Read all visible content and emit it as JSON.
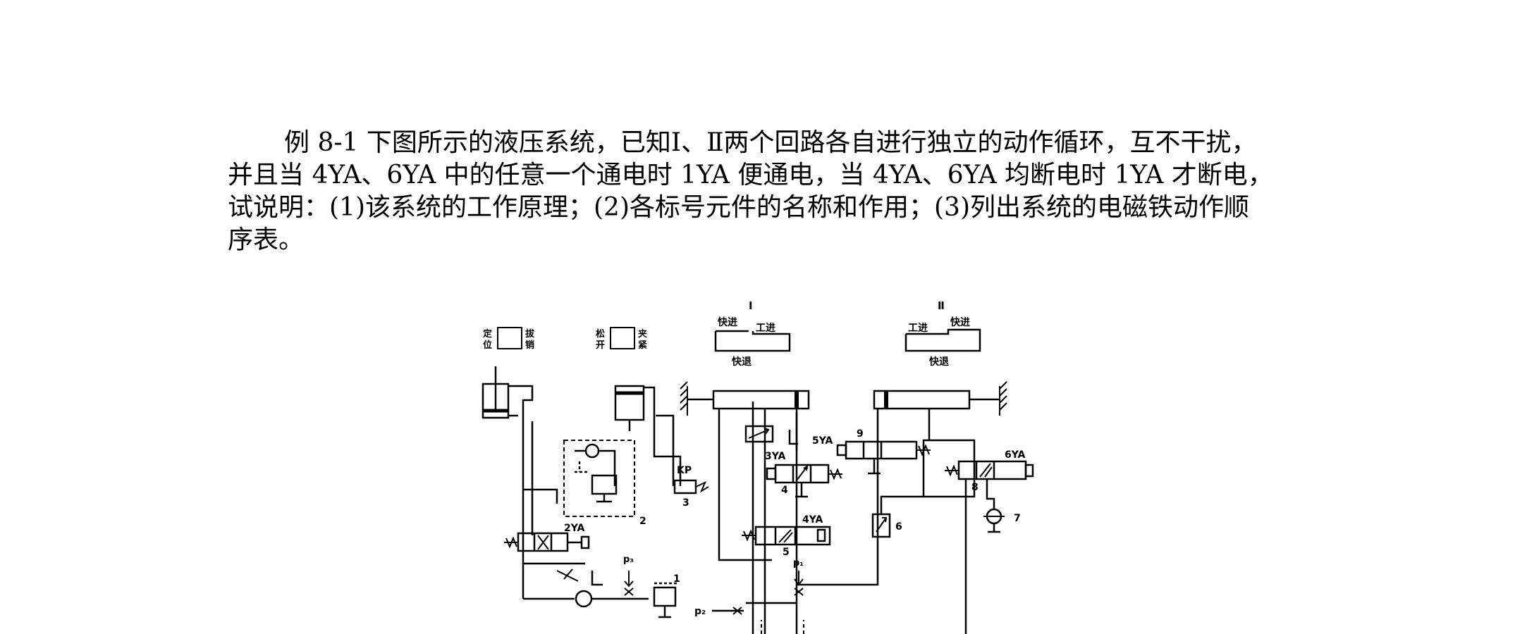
{
  "document": {
    "lines": [
      "例 8-1 下图所示的液压系统，已知Ⅰ、Ⅱ两个回路各自进行独立的动作循环，互不干扰，",
      "并且当 4YA、6YA 中的任意一个通电时 1YA 便通电，当 4YA、6YA 均断电时 1YA 才断电，",
      "试说明：(1)该系统的工作原理；(2)各标号元件的名称和作用；(3)列出系统的电磁铁动作顺",
      "序表。"
    ]
  },
  "figure": {
    "labels": {
      "loop1": "Ⅰ",
      "loop2": "Ⅱ",
      "loop1_fast_in": "快进",
      "loop1_work_in": "工进",
      "loop1_fast_back": "快退",
      "loop2_work_in": "工进",
      "loop2_fast_in": "快进",
      "loop2_fast_back": "快退",
      "pos_ding_a": "定",
      "pos_ding_b": "位",
      "pos_ba_a": "拔",
      "pos_ba_b": "销",
      "clamp_song_a": "松",
      "clamp_song_b": "开",
      "clamp_jia_a": "夹",
      "clamp_jia_b": "紧",
      "kp": "KP",
      "sol_2ya": "2YA",
      "sol_3ya": "3YA",
      "sol_4ya": "4YA",
      "sol_5ya": "5YA",
      "sol_6ya": "6YA",
      "n1": "1",
      "n2": "2",
      "n3": "3",
      "n4": "4",
      "n5": "5",
      "n6": "6",
      "n7": "7",
      "n8": "8",
      "n9": "9",
      "p1": "p₁",
      "p2": "p₂",
      "p3": "p₃"
    }
  }
}
